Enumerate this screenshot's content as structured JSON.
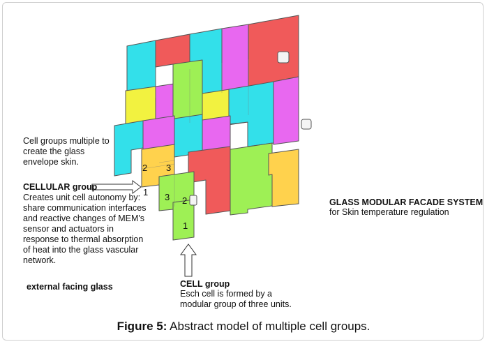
{
  "labels": {
    "cell_groups_note": "Cell groups multiple to\ncreate the glass\nenvelope skin.",
    "cellular_group_title": "CELLULAR group",
    "cellular_group_desc": "Creates unit cell autonomy by:\nshare communication interfaces\nand reactive changes of MEM's\nsensor and actuators in\nresponse to thermal absorption\nof heat into the glass vascular\nnetwork.",
    "external_glass": "external facing glass",
    "cell_group_title": "CELL group",
    "cell_group_desc": "Esch cell is formed by a\nmodular group of three units.",
    "facade_title": "GLASS MODULAR FACADE SYSTEM",
    "facade_subtitle": "for Skin temperature regulation",
    "numbers": {
      "n2_upper": "2",
      "n3_upper": "3",
      "n1_left": "1",
      "n3_lower": "3",
      "n2_lower": "2",
      "n1_bottom": "1"
    }
  },
  "caption": {
    "prefix": "Figure 5:",
    "text": " Abstract model of multiple cell groups."
  },
  "colors": {
    "cyan": "#33e0ea",
    "red": "#f05a5a",
    "magenta": "#e868f0",
    "yellow": "#f2f240",
    "green": "#9ef055",
    "orange": "#ffd24d",
    "edge": "#555555"
  }
}
